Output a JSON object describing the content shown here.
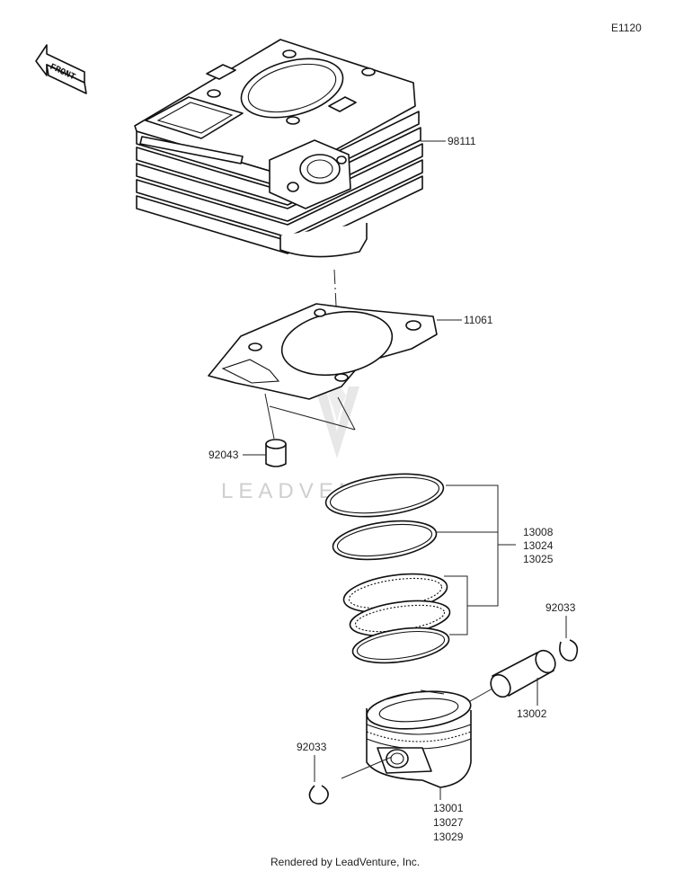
{
  "page": {
    "code": "E1120",
    "front_label": "FRONT",
    "watermark": "LEADVENTURE",
    "footer": "Rendered by LeadVenture, Inc."
  },
  "callouts": {
    "cylinder": [
      "98111"
    ],
    "gasket": [
      "11061"
    ],
    "dowel_pin": [
      "92043"
    ],
    "piston_rings": [
      "13008",
      "13024",
      "13025"
    ],
    "circlip_right": [
      "92033"
    ],
    "piston_pin": [
      "13002"
    ],
    "circlip_left": [
      "92033"
    ],
    "piston": [
      "13001",
      "13027",
      "13029"
    ]
  }
}
